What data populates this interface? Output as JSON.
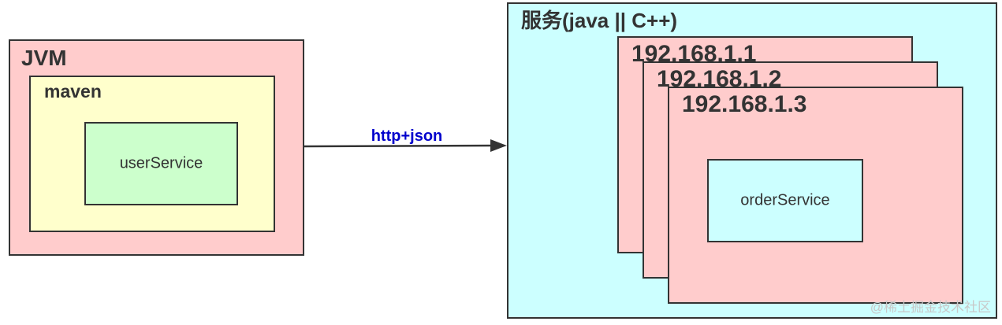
{
  "colors": {
    "jvm_fill": "#ffcccc",
    "maven_fill": "#ffffcc",
    "user_service_fill": "#ccffcc",
    "service_fill": "#ccffff",
    "server_fill": "#ffcccc",
    "order_service_fill": "#ccffff",
    "arrow_label": "#0000cc",
    "stroke": "#333333"
  },
  "left": {
    "jvm_label": "JVM",
    "maven_label": "maven",
    "user_service_label": "userService"
  },
  "connection": {
    "label": "http+json"
  },
  "right": {
    "service_label": "服务(java || C++)",
    "servers": [
      "192.168.1.1",
      "192.168.1.2",
      "192.168.1.3"
    ],
    "order_service_label": "orderService"
  },
  "watermark": "@稀土掘金技术社区"
}
